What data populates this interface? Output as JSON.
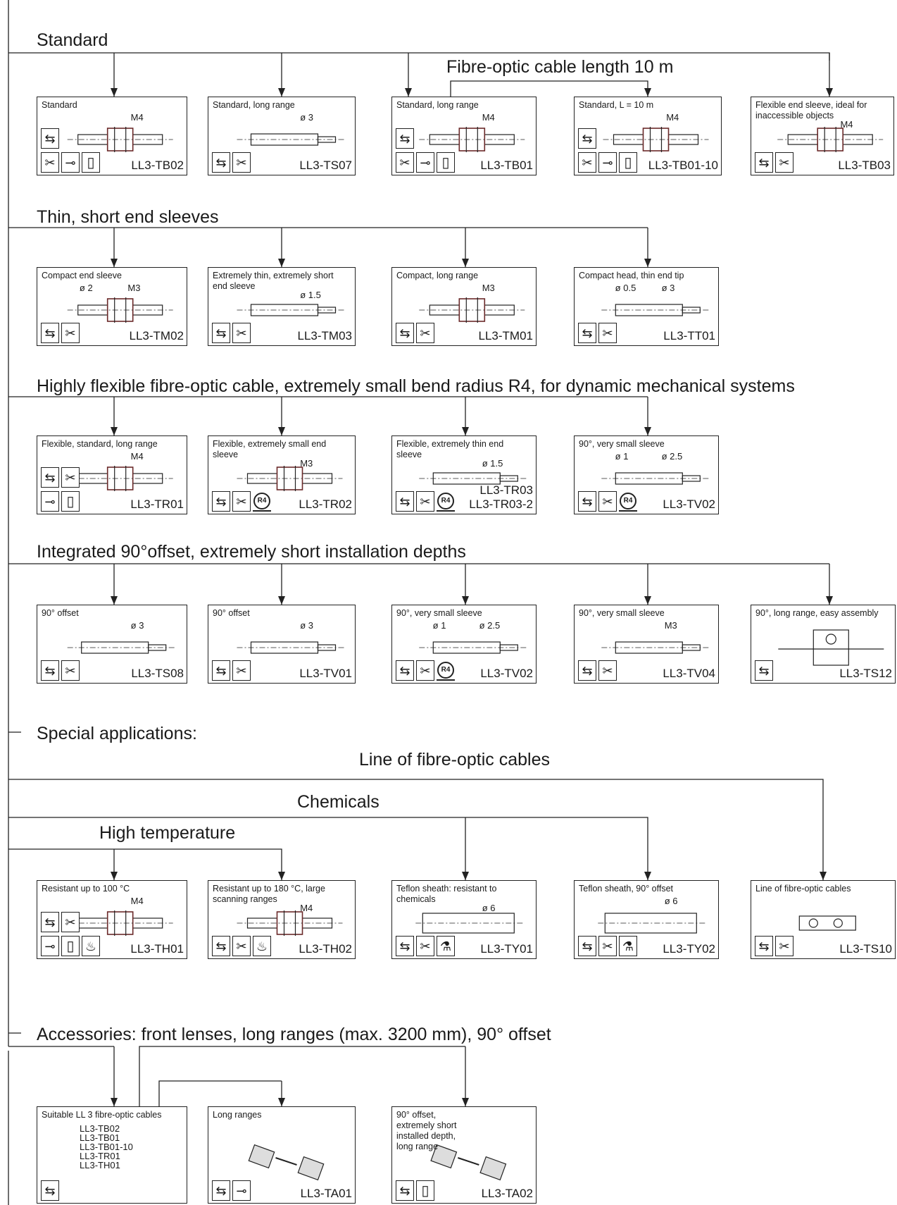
{
  "headings": {
    "standard": "Standard",
    "fibre_length": "Fibre-optic cable length 10 m",
    "thin": "Thin, short end sleeves",
    "flexible": "Highly flexible fibre-optic cable, extremely small bend radius R4, for dynamic mechanical systems",
    "offset": "Integrated 90°offset, extremely short installation depths",
    "special": "Special applications:",
    "line": "Line of fibre-optic cables",
    "chemicals": "Chemicals",
    "hightemp": "High temperature",
    "accessories": "Accessories: front lenses, long ranges (max. 3200 mm), 90° offset"
  },
  "cards": {
    "tb02": {
      "title": "Standard",
      "code": "LL3-TB02",
      "dims": [
        "M4"
      ]
    },
    "ts07": {
      "title": "Standard, long range",
      "code": "LL3-TS07",
      "dims": [
        "ø 3"
      ]
    },
    "tb01": {
      "title": "Standard, long range",
      "code": "LL3-TB01",
      "dims": [
        "M4"
      ]
    },
    "tb0110": {
      "title": "Standard, L = 10 m",
      "code": "LL3-TB01-10",
      "dims": [
        "M4"
      ]
    },
    "tb03": {
      "title": "Flexible end sleeve, ideal for\ninaccessible objects",
      "code": "LL3-TB03",
      "dims": [
        "M4"
      ]
    },
    "tm02": {
      "title": "Compact end sleeve",
      "code": "LL3-TM02",
      "dims": [
        "ø 2",
        "M3"
      ]
    },
    "tm03": {
      "title": "Extremely thin, extremely short\nend sleeve",
      "code": "LL3-TM03",
      "dims": [
        "ø 1.5"
      ]
    },
    "tm01": {
      "title": "Compact, long range",
      "code": "LL3-TM01",
      "dims": [
        "M3"
      ]
    },
    "tt01": {
      "title": "Compact head, thin end tip",
      "code": "LL3-TT01",
      "dims": [
        "ø 0.5",
        "ø 3"
      ]
    },
    "tr01": {
      "title": "Flexible, standard, long range",
      "code": "LL3-TR01",
      "dims": [
        "M4"
      ]
    },
    "tr02": {
      "title": "Flexible, extremely small end\nsleeve",
      "code": "LL3-TR02",
      "dims": [
        "M3"
      ]
    },
    "tr03": {
      "title": "Flexible, extremely thin end\nsleeve",
      "code": "LL3-TR03\nLL3-TR03-2",
      "dims": [
        "ø 1.5"
      ]
    },
    "tv02a": {
      "title": "90°, very small sleeve",
      "code": "LL3-TV02",
      "dims": [
        "ø 1",
        "ø 2.5"
      ]
    },
    "ts08": {
      "title": "90° offset",
      "code": "LL3-TS08",
      "dims": [
        "ø 3"
      ]
    },
    "tv01": {
      "title": "90° offset",
      "code": "LL3-TV01",
      "dims": [
        "ø 3"
      ]
    },
    "tv02b": {
      "title": "90°, very small sleeve",
      "code": "LL3-TV02",
      "dims": [
        "ø 1",
        "ø 2.5"
      ]
    },
    "tv04": {
      "title": "90°, very small sleeve",
      "code": "LL3-TV04",
      "dims": [
        "M3"
      ]
    },
    "ts12": {
      "title": "90°, long range, easy assembly",
      "code": "LL3-TS12",
      "dims": []
    },
    "th01": {
      "title": "Resistant up to 100 °C",
      "code": "LL3-TH01",
      "dims": [
        "M4"
      ]
    },
    "th02": {
      "title": "Resistant up to 180 °C, large\nscanning ranges",
      "code": "LL3-TH02",
      "dims": [
        "M4"
      ]
    },
    "ty01": {
      "title": "Teflon sheath: resistant to\nchemicals",
      "code": "LL3-TY01",
      "dims": [
        "ø 6"
      ]
    },
    "ty02": {
      "title": "Teflon sheath, 90° offset",
      "code": "LL3-TY02",
      "dims": [
        "ø 6"
      ]
    },
    "ts10": {
      "title": "Line of fibre-optic cables",
      "code": "LL3-TS10",
      "dims": []
    },
    "suitable": {
      "title": "Suitable LL 3 fibre-optic cables",
      "code": "",
      "dims": [],
      "list": [
        "LL3-TB02",
        "LL3-TB01",
        "LL3-TB01-10",
        "LL3-TR01",
        "LL3-TH01"
      ]
    },
    "ta01": {
      "title": "Long ranges",
      "code": "LL3-TA01",
      "dims": []
    },
    "ta02": {
      "title": "90° offset,\nextremely short\ninstalled depth,\nlong range",
      "code": "LL3-TA02",
      "dims": []
    }
  },
  "icons": {
    "switch": "switch-symbol-icon",
    "scissors": "scissors-icon",
    "lens": "front-lens-icon",
    "cylinder": "cylinder-icon",
    "bend": "bend-radius-r4-icon",
    "temperature": "thermometer-icon",
    "chemical": "flask-icon",
    "bend_label": "R4"
  }
}
